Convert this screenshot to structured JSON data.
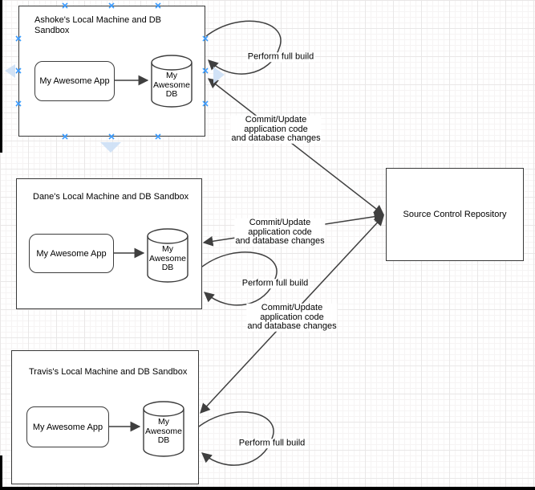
{
  "diagram_type": "deployment-workflow-diagram",
  "sandboxes": [
    {
      "title": "Ashoke's Local Machine and DB\nSandbox",
      "app": "My Awesome App",
      "db": "My\nAwesome\nDB"
    },
    {
      "title": "Dane's Local Machine and DB Sandbox",
      "app": "My Awesome App",
      "db": "My\nAwesome\nDB"
    },
    {
      "title": "Travis's Local Machine and DB Sandbox",
      "app": "My Awesome App",
      "db": "My\nAwesome\nDB"
    }
  ],
  "repository": {
    "title": "Source Control Repository"
  },
  "edges": {
    "build_labels": [
      "Perform full build",
      "Perform full build",
      "Perform full build"
    ],
    "commit_labels": [
      "Commit/Update\napplication code\nand database changes",
      "Commit/Update\napplication code\nand database changes",
      "Commit/Update\napplication code\nand database changes"
    ]
  },
  "colors": {
    "edge_stroke": "#3f3f3f",
    "node_border": "#383838",
    "connection_point": "#3b9bff",
    "nav_arrow_fill": "#cfe0f6",
    "grid_minor": "#f6f4f4",
    "grid_major": "#e9e7e7"
  }
}
